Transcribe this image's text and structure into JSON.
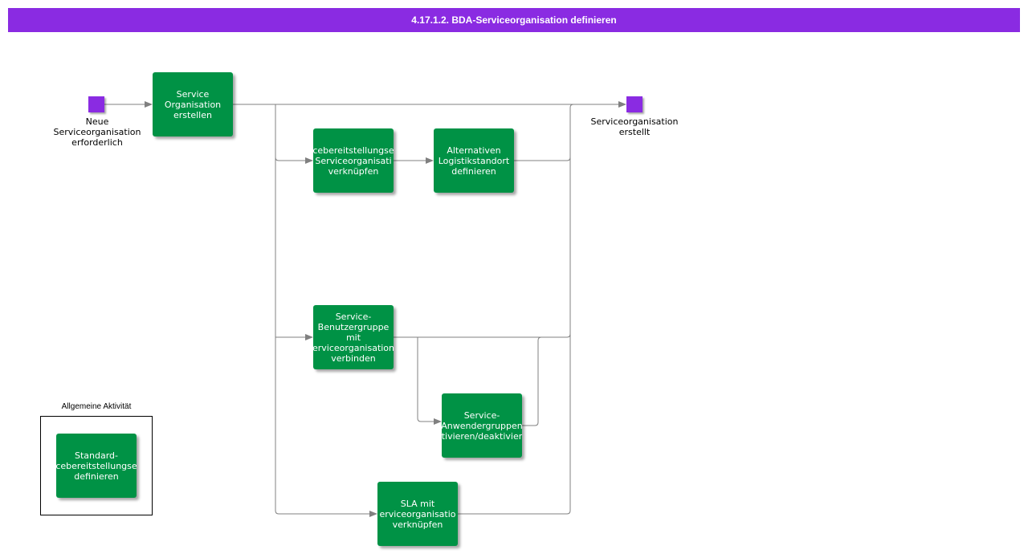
{
  "header": {
    "title": "4.17.1.2. BDA-Serviceorganisation definieren"
  },
  "colors": {
    "header": "#8a2be2",
    "event": "#8a2be2",
    "task": "#009245",
    "edge": "#808080"
  },
  "events": {
    "start": {
      "label": "Neue\nServiceorganisation\nerforderlich"
    },
    "end": {
      "label": "Serviceorganisation\nerstellt"
    }
  },
  "tasks": {
    "create": "Service\nOrganisation\nerstellen",
    "link_provider": "cebereitstellungse\nServiceorganisati\nverknüpfen",
    "alt_location": "Alternativen\nLogistikstandort\ndefinieren",
    "user_group": "Service-\nBenutzergruppe\nmit\nerviceorganisation\nverbinden",
    "user_groups_toggle": "Service-\nAnwendergruppen\ntivieren/deaktivier",
    "sla": "SLA mit\nerviceorganisatio\nverknüpfen"
  },
  "legend": {
    "title": "Allgemeine Aktivität",
    "task": "Standard-\ncebereitstellungse\ndefinieren"
  }
}
